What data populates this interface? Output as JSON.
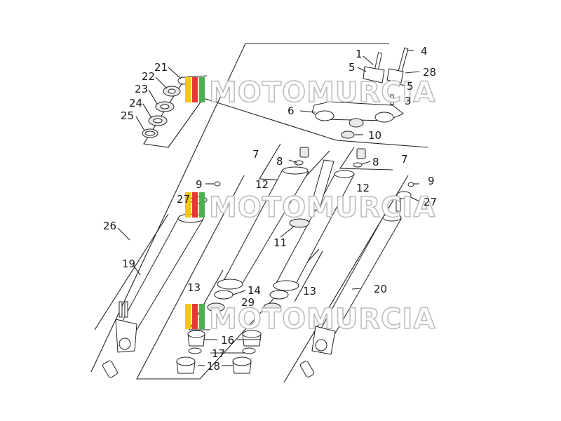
{
  "watermark": {
    "text": "MOTOMURCIA",
    "stripe_colors": [
      "#f5c518",
      "#e53935",
      "#4caf50"
    ]
  },
  "labels": {
    "l1": "1",
    "l4": "4",
    "l5a": "5",
    "l28": "28",
    "l5b": "5",
    "l3": "3",
    "l6": "6",
    "l10": "10",
    "l21": "21",
    "l22": "22",
    "l23": "23",
    "l24": "24",
    "l25": "25",
    "l7a": "7",
    "l8a": "8",
    "l7b": "7",
    "l8b": "8",
    "l9a": "9",
    "l12a": "12",
    "l12b": "12",
    "l9b": "9",
    "l27a": "27",
    "l27b": "27",
    "l26": "26",
    "l11": "11",
    "l19": "19",
    "l20": "20",
    "l13a": "13",
    "l14": "14",
    "l13b": "13",
    "l29": "29",
    "l16": "16",
    "l17": "17",
    "l18": "18"
  }
}
